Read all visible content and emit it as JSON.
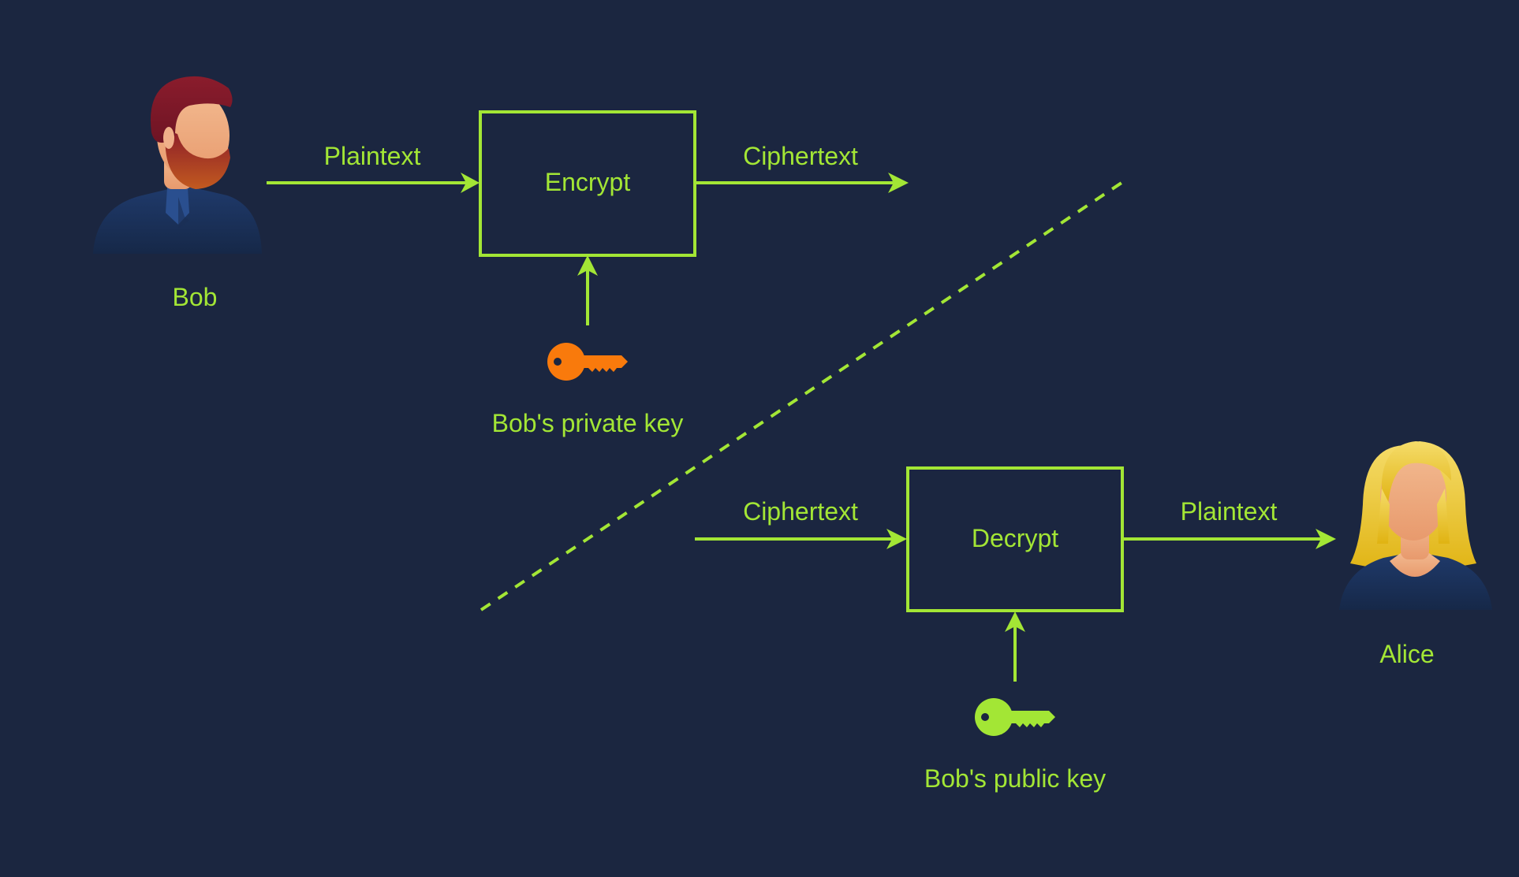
{
  "colors": {
    "background": "#1b2640",
    "accent": "#a3e635",
    "private_key": "#f97a0c",
    "public_key": "#a3e635"
  },
  "actors": {
    "sender": {
      "name": "Bob",
      "icon": "bearded-man-avatar-icon"
    },
    "receiver": {
      "name": "Alice",
      "icon": "blonde-woman-avatar-icon"
    }
  },
  "top_flow": {
    "input_label": "Plaintext",
    "box_label": "Encrypt",
    "output_label": "Ciphertext",
    "key_label": "Bob's private key",
    "key_icon": "key-icon"
  },
  "bottom_flow": {
    "input_label": "Ciphertext",
    "box_label": "Decrypt",
    "output_label": "Plaintext",
    "key_label": "Bob's public key",
    "key_icon": "key-icon"
  }
}
